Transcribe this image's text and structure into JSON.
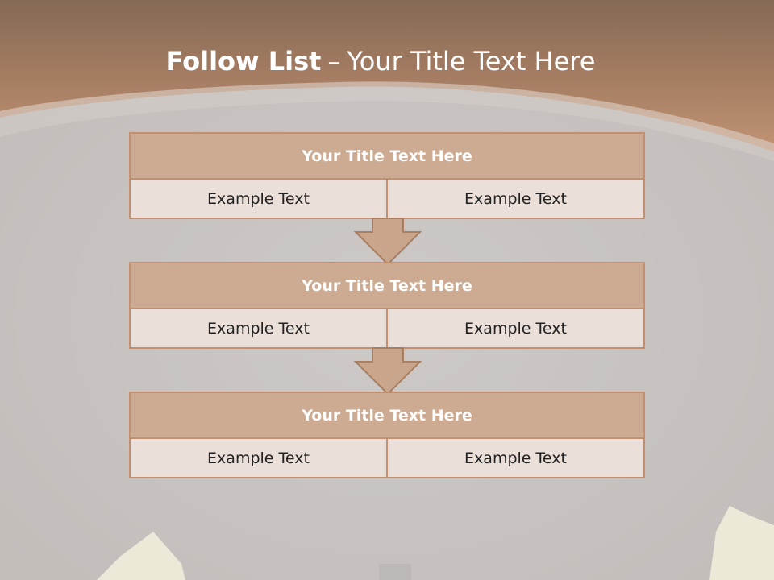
{
  "slide": {
    "title_bold": "Follow List",
    "title_separator": "–",
    "title_rest": "Your Title Text Here"
  },
  "steps": [
    {
      "title": "Your Title Text Here",
      "left": "Example Text",
      "right": "Example Text"
    },
    {
      "title": "Your Title Text Here",
      "left": "Example Text",
      "right": "Example Text"
    },
    {
      "title": "Your Title Text Here",
      "left": "Example Text",
      "right": "Example Text"
    }
  ],
  "colors": {
    "header_band": "#b08266",
    "block_title_bg": "#ccab92",
    "block_cell_bg": "#ebdfd9",
    "block_border": "#c09070",
    "background": "#c8c3c1"
  }
}
